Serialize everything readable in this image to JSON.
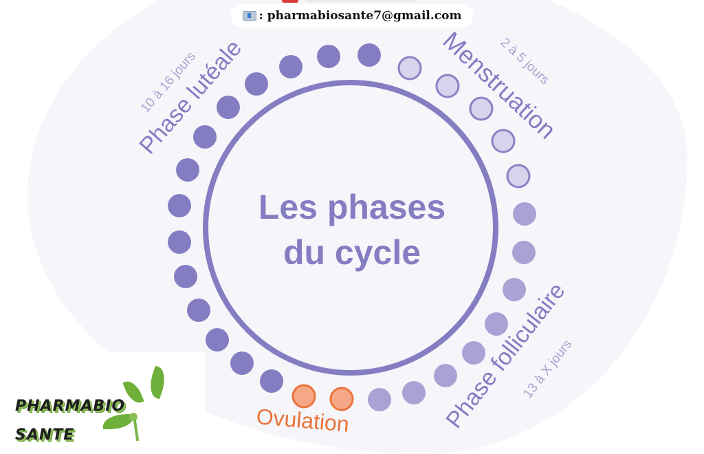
{
  "header": {
    "email_icon": "envelope-icon",
    "email_text": ": pharmabiosante7@gmail.com"
  },
  "diagram": {
    "title_line1": "Les phases",
    "title_line2": "du cycle",
    "phases": [
      {
        "name": "Menstruation",
        "duration": "2 à 5 jours",
        "color": "#8a82c4",
        "dot_style": "outlined-light"
      },
      {
        "name": "Phase folliculaire",
        "duration": "13 à X jours",
        "color": "#a79fd2",
        "dot_style": "filled-light"
      },
      {
        "name": "Ovulation",
        "duration": "",
        "color": "#e87a3e",
        "dot_style": "outlined-orange"
      },
      {
        "name": "Phase lutéale",
        "duration": "10 à 16 jours",
        "color": "#857dc2",
        "dot_style": "filled-dark"
      }
    ],
    "colors": {
      "primary_purple": "#857dc2",
      "light_purple": "#a9a2d4",
      "pale_purple_fill": "#d6d3ec",
      "orange_fill": "#f6a886",
      "orange_stroke": "#e8743a",
      "duration_text": "#a9a4cf",
      "background_blob": "#f6f5fa"
    }
  },
  "logo": {
    "line1": "PHARMABIO",
    "line2": "SANTE"
  }
}
